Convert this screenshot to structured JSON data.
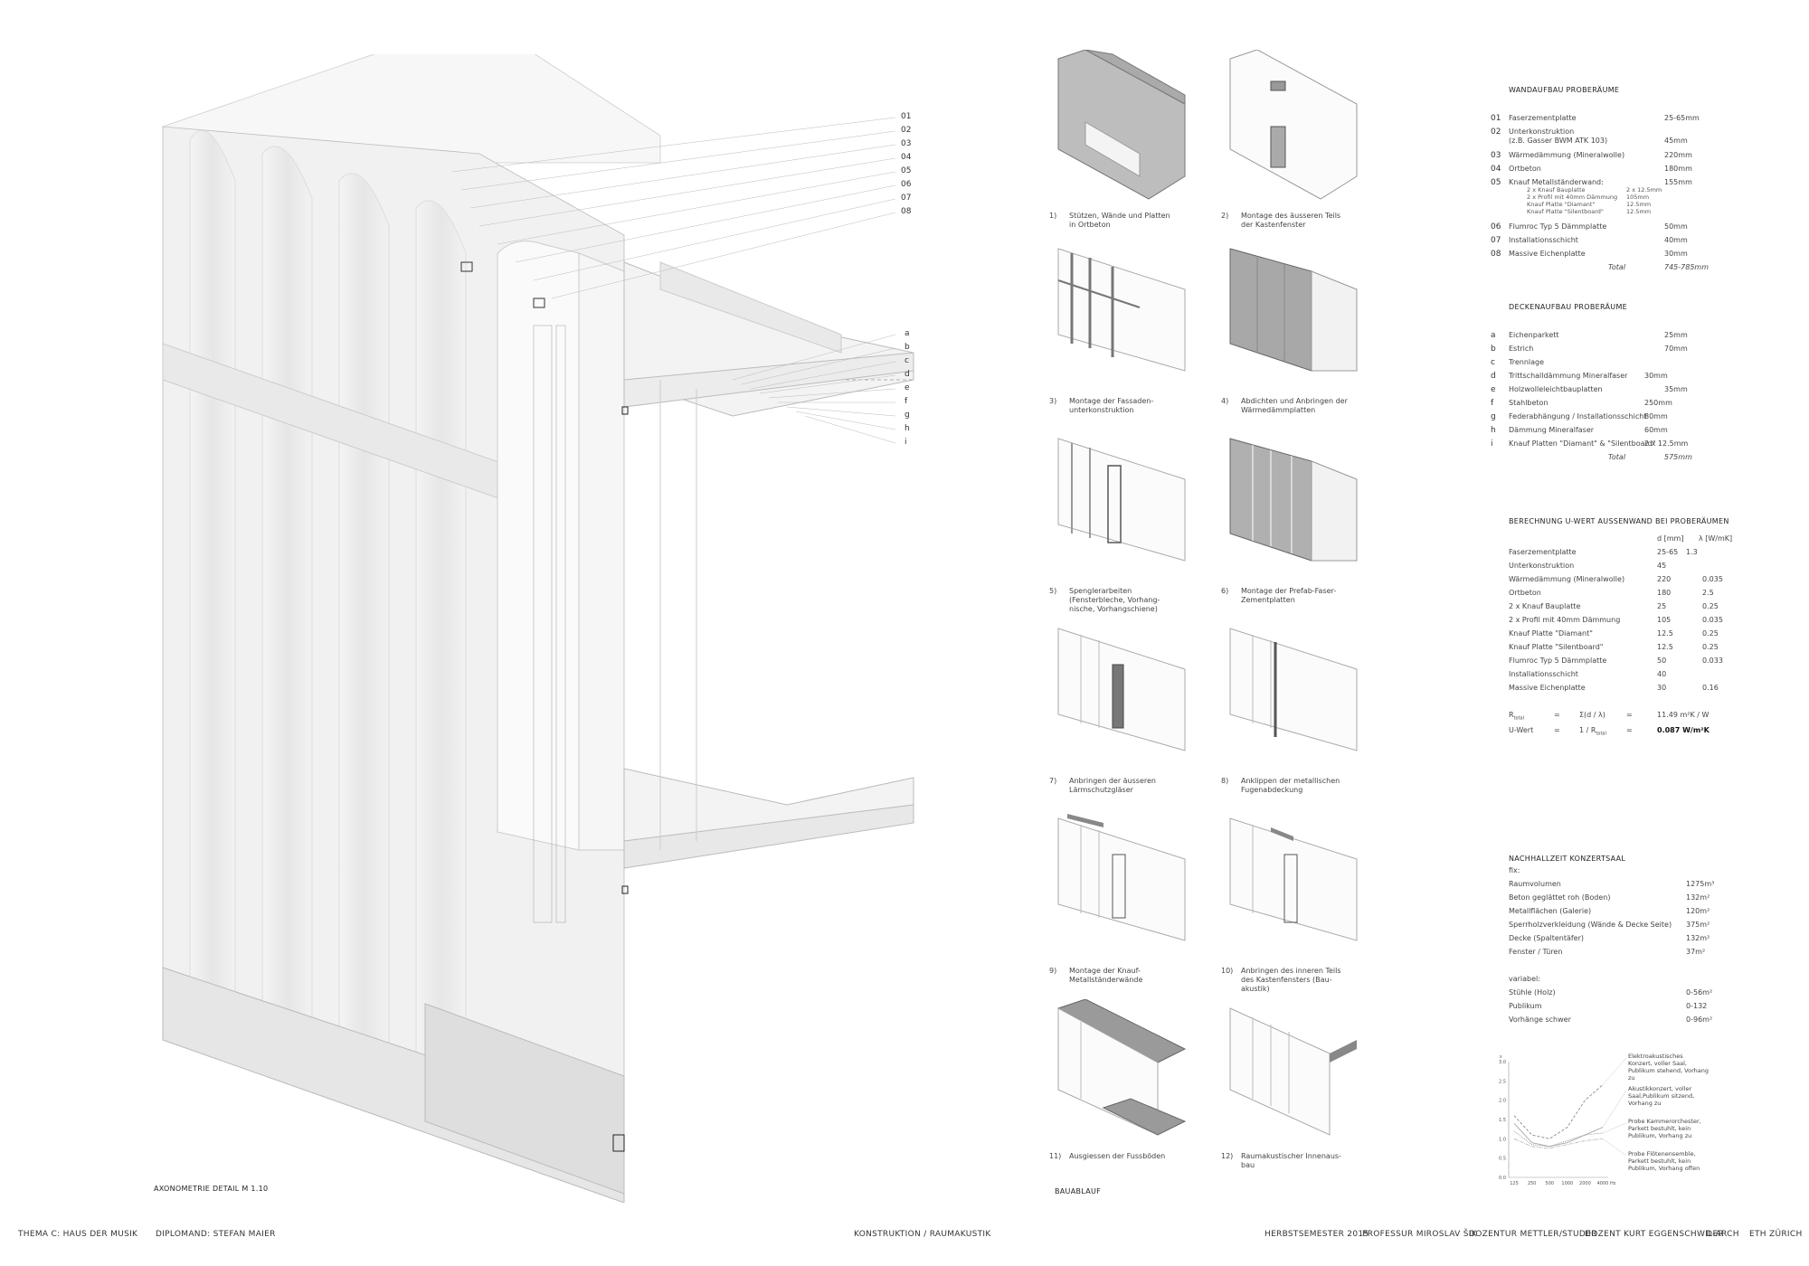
{
  "footer": {
    "thema": "THEMA C: HAUS DER MUSIK",
    "diplomand": "DIPLOMAND: STEFAN MAIER",
    "section": "KONSTRUKTION / RAUMAKUSTIK",
    "semester": "HERBSTSEMESTER 2015",
    "professur": "PROFESSUR MIROSLAV ŠIK",
    "dozentur": "DOZENTUR METTLER/STUDER",
    "dozent": "DOZENT KURT EGGENSCHWILER",
    "darch": "D-ARCH",
    "eth": "ETH ZÜRICH"
  },
  "axonometrie": {
    "caption": "AXONOMETRIE DETAIL M 1.10",
    "wall_labels": [
      "01",
      "02",
      "03",
      "04",
      "05",
      "06",
      "07",
      "08"
    ],
    "floor_labels": [
      "a",
      "b",
      "c",
      "d",
      "e",
      "f",
      "g",
      "h",
      "i"
    ]
  },
  "bauablauf": {
    "caption": "BAUABLAUF",
    "steps": [
      {
        "n": "1)",
        "text": "Stützen, Wände und Platten in Ortbeton"
      },
      {
        "n": "2)",
        "text": "Montage des äusseren Teils der Kastenfenster"
      },
      {
        "n": "3)",
        "text": "Montage der Fassaden-unterkonstruktion"
      },
      {
        "n": "4)",
        "text": "Abdichten und Anbringen der Wärmedämmplatten"
      },
      {
        "n": "5)",
        "text": "Spenglerarbeiten (Fensterbleche, Vorhang-nische, Vorhangschiene)"
      },
      {
        "n": "6)",
        "text": "Montage der Prefab-Faser-Zementplatten"
      },
      {
        "n": "7)",
        "text": "Anbringen der äusseren Lärmschutzgläser"
      },
      {
        "n": "8)",
        "text": "Anklippen der metallischen Fugenabdeckung"
      },
      {
        "n": "9)",
        "text": "Montage der Knauf-Metallständerwände"
      },
      {
        "n": "10)",
        "text": "Anbringen des inneren Teils des Kastenfensters (Bau-akustik)"
      },
      {
        "n": "11)",
        "text": "Ausgiessen der Fussböden"
      },
      {
        "n": "12)",
        "text": "Raumakustischer Innenaus-bau"
      }
    ]
  },
  "wandaufbau": {
    "title": "WANDAUFBAU PROBERÄUME",
    "rows": [
      {
        "num": "01",
        "label": "Faserzementplatte",
        "value": "25-65mm"
      },
      {
        "num": "02",
        "label": "Unterkonstruktion",
        "sub": "(z.B. Gasser BWM ATK 103)",
        "value": "45mm"
      },
      {
        "num": "03",
        "label": "Wärmedämmung (Mineralwolle)",
        "value": "220mm"
      },
      {
        "num": "04",
        "label": "Ortbeton",
        "value": "180mm"
      },
      {
        "num": "05",
        "label": "Knauf Metallständerwand:",
        "value": "155mm"
      },
      {
        "num": "06",
        "label": "Flumroc Typ 5 Dämmplatte",
        "value": "50mm"
      },
      {
        "num": "07",
        "label": "Installationsschicht",
        "value": "40mm"
      },
      {
        "num": "08",
        "label": "Massive Eichenplatte",
        "value": "30mm"
      }
    ],
    "sub05": [
      {
        "label": "2 x Knauf Bauplatte",
        "value": "2 x 12.5mm"
      },
      {
        "label": "2 x Profil mit 40mm Dämmung",
        "value": "105mm"
      },
      {
        "label": "Knauf Platte \"Diamant\"",
        "value": "12.5mm"
      },
      {
        "label": "Knauf Platte \"Silentboard\"",
        "value": "12.5mm"
      }
    ],
    "total_label": "Total",
    "total_value": "745-785mm"
  },
  "deckenaufbau": {
    "title": "DECKENAUFBAU PROBERÄUME",
    "rows": [
      {
        "num": "a",
        "label": "Eichenparkett",
        "value": "25mm"
      },
      {
        "num": "b",
        "label": "Estrich",
        "value": "70mm"
      },
      {
        "num": "c",
        "label": "Trennlage",
        "value": ""
      },
      {
        "num": "d",
        "label": "Trittschalldämmung Mineralfaser",
        "value": "30mm"
      },
      {
        "num": "e",
        "label": "Holzwolleleichtbauplatten",
        "value": "35mm"
      },
      {
        "num": "f",
        "label": "Stahlbeton",
        "value": "250mm"
      },
      {
        "num": "g",
        "label": "Federabhängung / Installationsschicht",
        "value": "80mm"
      },
      {
        "num": "h",
        "label": "Dämmung Mineralfaser",
        "value": "60mm"
      },
      {
        "num": "i",
        "label": "Knauf Platten \"Diamant\" & \"Silentboard\"",
        "value": "2 x 12.5mm"
      }
    ],
    "total_label": "Total",
    "total_value": "575mm"
  },
  "uwert": {
    "title": "BERECHNUNG U-WERT AUSSENWAND BEI PROBERÄUMEN",
    "col_d": "d [mm]",
    "col_l": "λ [W/mK]",
    "rows": [
      {
        "label": "Faserzementplatte",
        "d": "25-65",
        "l": "1.3"
      },
      {
        "label": "Unterkonstruktion",
        "d": "45",
        "l": ""
      },
      {
        "label": "Wärmedämmung (Mineralwolle)",
        "d": "220",
        "l": "0.035"
      },
      {
        "label": "Ortbeton",
        "d": "180",
        "l": "2.5"
      },
      {
        "label": "2 x Knauf Bauplatte",
        "d": "25",
        "l": "0.25"
      },
      {
        "label": "2 x Profil mit 40mm Dämmung",
        "d": "105",
        "l": "0.035"
      },
      {
        "label": "Knauf Platte \"Diamant\"",
        "d": "12.5",
        "l": "0.25"
      },
      {
        "label": "Knauf Platte \"Silentboard\"",
        "d": "12.5",
        "l": "0.25"
      },
      {
        "label": "Flumroc Typ 5 Dämmplatte",
        "d": "50",
        "l": "0.033"
      },
      {
        "label": "Installationsschicht",
        "d": "40",
        "l": ""
      },
      {
        "label": "Massive Eichenplatte",
        "d": "30",
        "l": "0.16"
      }
    ],
    "r_label": "R",
    "r_sub": "total",
    "r_formula": "Σ(d / λ)",
    "r_value": "11.49 m²K / W",
    "u_label": "U-Wert",
    "u_formula": "1 / R",
    "u_formula_sub": "total",
    "u_value": "0.087 W/m²K",
    "eq": "="
  },
  "nachhallzeit": {
    "title": "NACHHALLZEIT KONZERTSAAL",
    "fix_label": "fix:",
    "fix_rows": [
      {
        "label": "Raumvolumen",
        "value": "1275m³"
      },
      {
        "label": "Beton geglättet roh (Boden)",
        "value": "132m²"
      },
      {
        "label": "Metallflächen (Galerie)",
        "value": "120m²"
      },
      {
        "label": "Sperrholzverkleidung (Wände & Decke Seite)",
        "value": "375m²"
      },
      {
        "label": "Decke (Spaltentäfer)",
        "value": "132m²"
      },
      {
        "label": "Fenster / Türen",
        "value": "37m²"
      }
    ],
    "var_label": "variabel:",
    "var_rows": [
      {
        "label": "Stühle (Holz)",
        "value": "0-56m²"
      },
      {
        "label": "Publikum",
        "value": "0-132"
      },
      {
        "label": "Vorhänge schwer",
        "value": "0-96m²"
      }
    ]
  },
  "chart_data": {
    "type": "line",
    "title": "",
    "xlabel": "Hz",
    "ylabel": "s",
    "x": [
      125,
      250,
      500,
      1000,
      2000,
      4000
    ],
    "x_ticks": [
      "125",
      "250",
      "500",
      "1000",
      "2000",
      "4000"
    ],
    "y_ticks": [
      "0.0",
      "0.5",
      "1.0",
      "1.5",
      "2.0",
      "2.5",
      "3.0"
    ],
    "ylim": [
      0,
      3
    ],
    "legend_position": "right",
    "series": [
      {
        "name": "Elektroakustisches Konzert, voller Saal, Publikum stehend, Vorhang zu",
        "values": [
          1.6,
          1.1,
          1.0,
          1.3,
          2.0,
          2.4
        ]
      },
      {
        "name": "Akustikkonzert, voller Saal,Publikum sitzend, Vorhang zu",
        "values": [
          1.4,
          0.9,
          0.8,
          0.9,
          1.1,
          1.3
        ]
      },
      {
        "name": "Probe Kammerorchester, Parkett bestuhlt, kein Publikum, Vorhang zu",
        "values": [
          1.2,
          0.85,
          0.8,
          0.95,
          1.1,
          1.15
        ]
      },
      {
        "name": "Probe Flötenensemble, Parkett bestuhlt, kein Publikum, Vorhang offen",
        "values": [
          1.0,
          0.8,
          0.75,
          0.85,
          0.95,
          1.0
        ]
      }
    ],
    "colors": [
      "#888888",
      "#aaaaaa",
      "#999999",
      "#bbbbbb"
    ]
  }
}
